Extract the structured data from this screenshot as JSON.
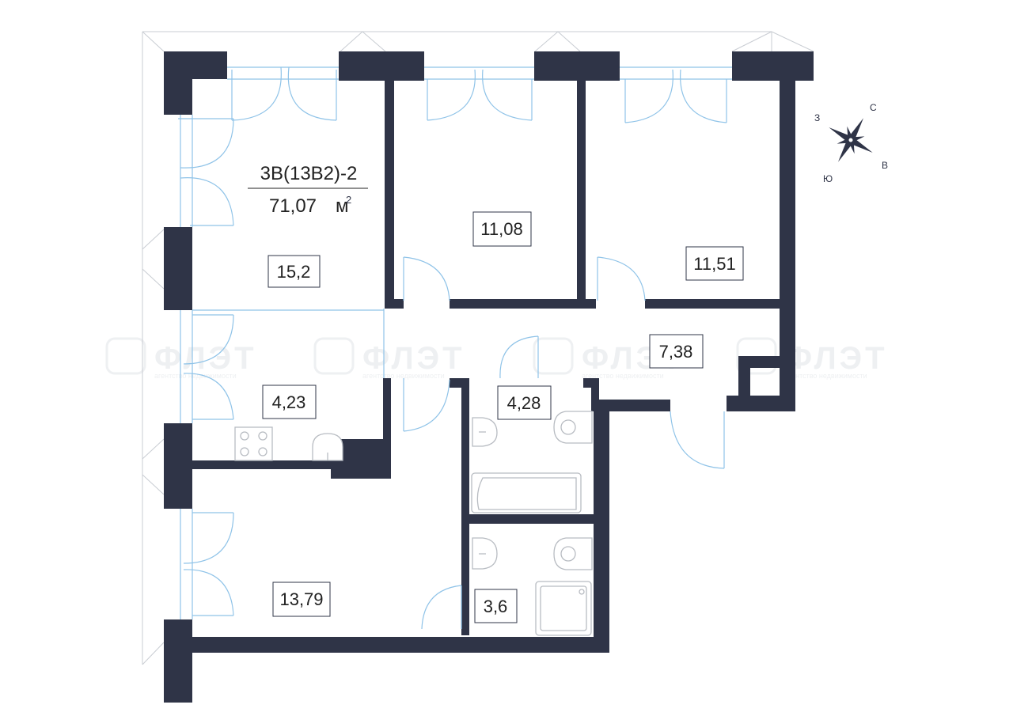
{
  "apartment": {
    "code": "3В(13В2)-2",
    "area_value": "71,07",
    "area_unit": "м",
    "area_unit_sup": "2"
  },
  "rooms": [
    {
      "id": "room-large-left",
      "area": "15,2"
    },
    {
      "id": "room-mid-top",
      "area": "11,08"
    },
    {
      "id": "room-right-top",
      "area": "11,51"
    },
    {
      "id": "hallway",
      "area": "7,38"
    },
    {
      "id": "kitchen",
      "area": "4,23"
    },
    {
      "id": "bathroom",
      "area": "4,28"
    },
    {
      "id": "room-bottom-left",
      "area": "13,79"
    },
    {
      "id": "toilet",
      "area": "3,6"
    }
  ],
  "compass": {
    "north": "С",
    "east": "В",
    "south": "Ю",
    "west": "З"
  },
  "watermark": {
    "text": "ФЛЭТ",
    "sub": "агентство недвижимости"
  },
  "colors": {
    "wall": "#2f3447",
    "window": "#8fc3e8",
    "watermark": "#eef0f2"
  }
}
